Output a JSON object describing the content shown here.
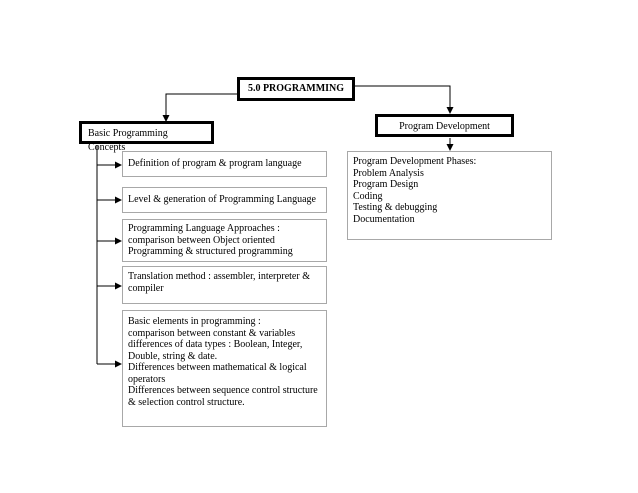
{
  "main": {
    "title": "5.0 PROGRAMMING"
  },
  "left_branch": {
    "heading": "Basic Programming Concepts",
    "items": [
      {
        "lines": [
          "Definition of program & program language"
        ]
      },
      {
        "lines": [
          "Level & generation of Programming Language"
        ]
      },
      {
        "lines": [
          "Programming Language Approaches :",
          "comparison between Object oriented",
          "Programming & structured programming"
        ]
      },
      {
        "lines": [
          "Translation method : assembler, interpreter &",
          "compiler"
        ]
      },
      {
        "lines": [
          "Basic elements in programming :",
          "comparison between constant & variables",
          "differences of data types : Boolean, Integer,",
          "Double, string & date.",
          "Differences between mathematical & logical",
          "operators",
          "Differences between sequence control structure",
          "& selection control structure."
        ]
      }
    ]
  },
  "right_branch": {
    "heading": "Program Development",
    "detail_lines": [
      "Program Development Phases:",
      "Problem Analysis",
      "Program Design",
      "Coding",
      "Testing & debugging",
      "Documentation"
    ]
  }
}
